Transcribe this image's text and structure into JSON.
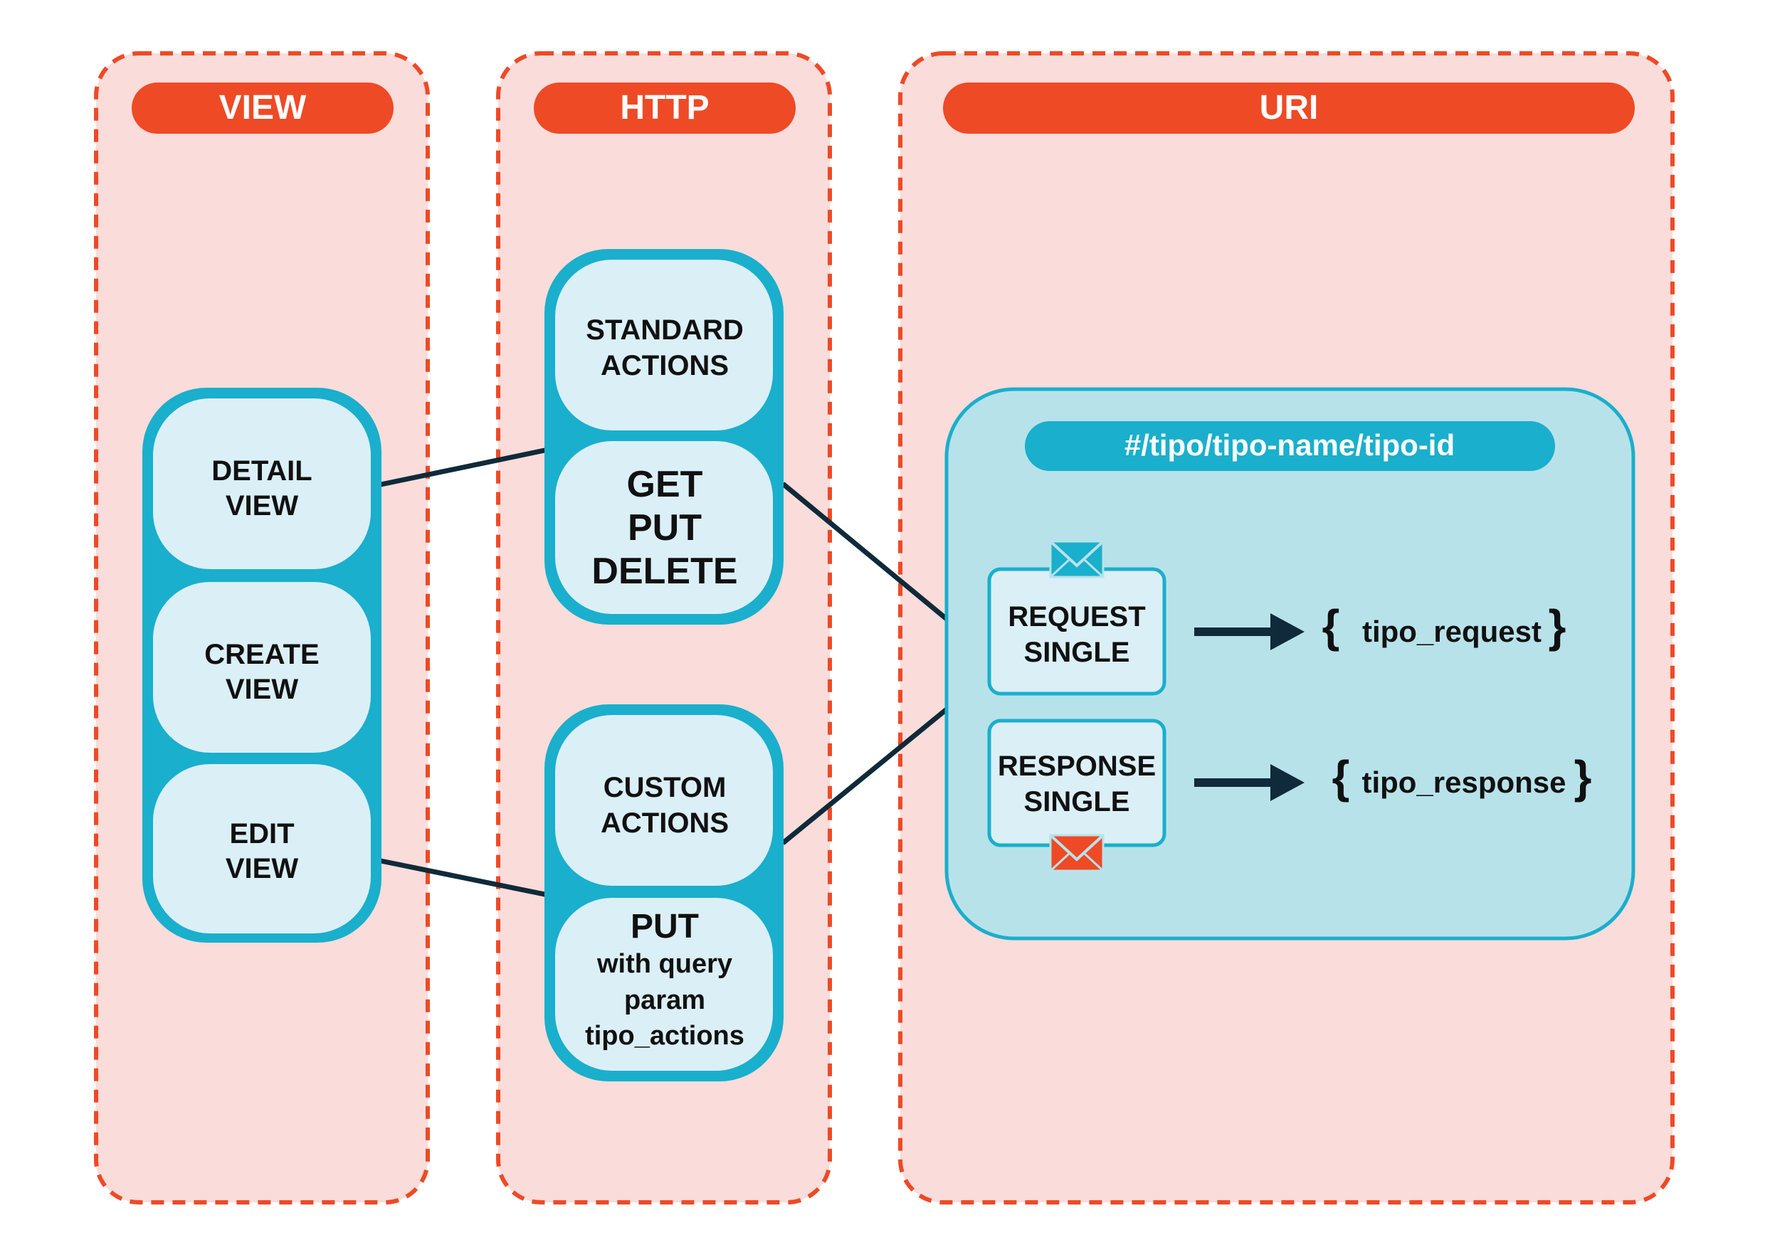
{
  "colors": {
    "column_fill": "#fadcda",
    "column_border": "#ee4a26",
    "header_fill": "#ee4a26",
    "stack_fill": "#1aafcc",
    "cell_fill": "#dbeff7",
    "uri_panel_fill": "#b8e2ea",
    "uri_bar_fill": "#1aafcc",
    "connector": "#0f2a3a",
    "text": "#111111",
    "envelope_request": "#1aafcc",
    "envelope_response": "#ee4a26"
  },
  "columns": {
    "view": {
      "title": "VIEW"
    },
    "http": {
      "title": "HTTP"
    },
    "uri": {
      "title": "URI"
    }
  },
  "view_items": [
    {
      "line1": "DETAIL",
      "line2": "VIEW"
    },
    {
      "line1": "CREATE",
      "line2": "VIEW"
    },
    {
      "line1": "EDIT",
      "line2": "VIEW"
    }
  ],
  "http": {
    "standard": {
      "label_line1": "STANDARD",
      "label_line2": "ACTIONS",
      "methods": [
        "GET",
        "PUT",
        "DELETE"
      ]
    },
    "custom": {
      "label_line1": "CUSTOM",
      "label_line2": "ACTIONS",
      "method": "PUT",
      "detail": [
        "with query",
        "param",
        "tipo_actions"
      ]
    }
  },
  "uri": {
    "path": "#/tipo/tipo-name/tipo-id",
    "request": {
      "line1": "REQUEST",
      "line2": "SINGLE",
      "target": "tipo_request",
      "icon": "envelope-icon"
    },
    "response": {
      "line1": "RESPONSE",
      "line2": "SINGLE",
      "target": "tipo_response",
      "icon": "envelope-icon"
    },
    "brace_open": "{",
    "brace_close": "}"
  }
}
